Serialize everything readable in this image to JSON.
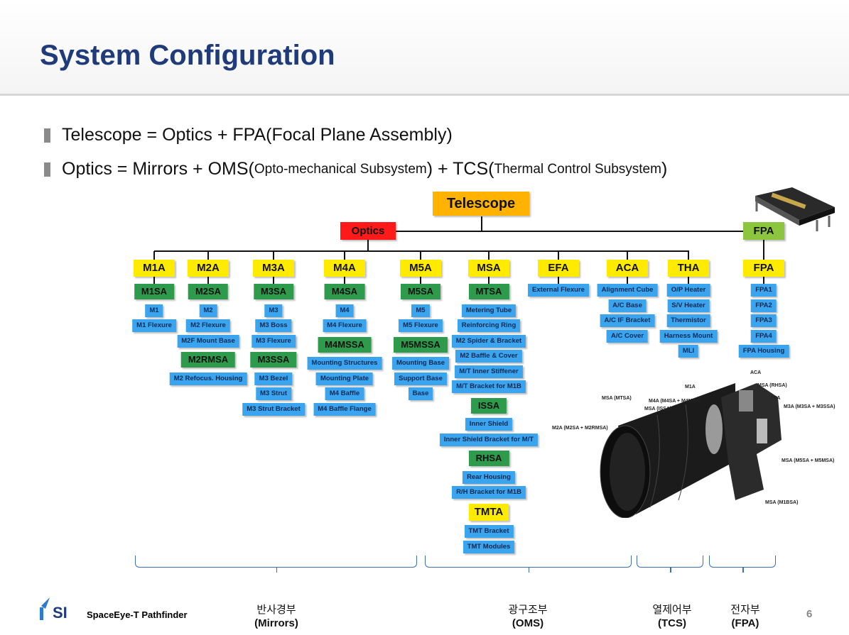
{
  "title": "System Configuration",
  "bullets": [
    {
      "a": "Telescope = Optics + FPA(Focal Plane Assembly)"
    },
    {
      "a": "Optics = Mirrors + OMS(",
      "b": "Opto-mechanical Subsystem",
      "c": ") + TCS(",
      "d": "Thermal Control Subsystem",
      "e": ")"
    }
  ],
  "tree": {
    "root": "Telescope",
    "optics": "Optics",
    "fpa": "FPA",
    "columns": [
      {
        "head": "M1A",
        "items": [
          {
            "t": "g",
            "l": "M1SA"
          },
          {
            "t": "b",
            "l": "M1"
          },
          {
            "t": "b",
            "l": "M1 Flexure"
          }
        ]
      },
      {
        "head": "M2A",
        "items": [
          {
            "t": "g",
            "l": "M2SA"
          },
          {
            "t": "b",
            "l": "M2"
          },
          {
            "t": "b",
            "l": "M2 Flexure"
          },
          {
            "t": "b",
            "l": "M2F Mount Base"
          },
          {
            "t": "g",
            "l": "M2RMSA"
          },
          {
            "t": "b",
            "l": "M2 Refocus. Housing"
          }
        ]
      },
      {
        "head": "M3A",
        "items": [
          {
            "t": "g",
            "l": "M3SA"
          },
          {
            "t": "b",
            "l": "M3"
          },
          {
            "t": "b",
            "l": "M3 Boss"
          },
          {
            "t": "b",
            "l": "M3 Flexure"
          },
          {
            "t": "g",
            "l": "M3SSA"
          },
          {
            "t": "b",
            "l": "M3 Bezel"
          },
          {
            "t": "b",
            "l": "M3 Strut"
          },
          {
            "t": "b",
            "l": "M3 Strut Bracket"
          }
        ]
      },
      {
        "head": "M4A",
        "items": [
          {
            "t": "g",
            "l": "M4SA"
          },
          {
            "t": "b",
            "l": "M4"
          },
          {
            "t": "b",
            "l": "M4 Flexure"
          },
          {
            "t": "g",
            "l": "M4MSSA"
          },
          {
            "t": "b",
            "l": "Mounting Structures"
          },
          {
            "t": "b",
            "l": "Mounting Plate"
          },
          {
            "t": "b",
            "l": "M4 Baffle"
          },
          {
            "t": "b",
            "l": "M4 Baffle Flange"
          }
        ]
      },
      {
        "head": "M5A",
        "items": [
          {
            "t": "g",
            "l": "M5SA"
          },
          {
            "t": "b",
            "l": "M5"
          },
          {
            "t": "b",
            "l": "M5 Flexure"
          },
          {
            "t": "g",
            "l": "M5MSSA"
          },
          {
            "t": "b",
            "l": "Mounting Base"
          },
          {
            "t": "b",
            "l": "Support Base"
          },
          {
            "t": "b",
            "l": "Base"
          }
        ]
      },
      {
        "head": "MSA",
        "items": [
          {
            "t": "g",
            "l": "MTSA"
          },
          {
            "t": "b",
            "l": "Metering Tube"
          },
          {
            "t": "b",
            "l": "Reinforcing Ring"
          },
          {
            "t": "b",
            "l": "M2 Spider & Bracket"
          },
          {
            "t": "b",
            "l": "M2 Baffle & Cover"
          },
          {
            "t": "b",
            "l": "M/T Inner Stiffener"
          },
          {
            "t": "b",
            "l": "M/T Bracket for M1B"
          },
          {
            "t": "g",
            "l": "ISSA"
          },
          {
            "t": "b",
            "l": "Inner Shield"
          },
          {
            "t": "b",
            "l": "Inner Shield Bracket for M/T"
          },
          {
            "t": "g",
            "l": "RHSA"
          },
          {
            "t": "b",
            "l": "Rear Housing"
          },
          {
            "t": "b",
            "l": "R/H Bracket for M1B"
          },
          {
            "t": "y",
            "l": "TMTA"
          },
          {
            "t": "b",
            "l": "TMT Bracket"
          },
          {
            "t": "b",
            "l": "TMT Modules"
          }
        ]
      },
      {
        "head": "EFA",
        "items": [
          {
            "t": "b",
            "l": "External Flexure"
          }
        ]
      },
      {
        "head": "ACA",
        "items": [
          {
            "t": "b",
            "l": "Alignment Cube"
          },
          {
            "t": "b",
            "l": "A/C Base"
          },
          {
            "t": "b",
            "l": "A/C IF Bracket"
          },
          {
            "t": "b",
            "l": "A/C Cover"
          }
        ]
      },
      {
        "head": "THA",
        "items": [
          {
            "t": "b",
            "l": "O/P Heater"
          },
          {
            "t": "b",
            "l": "S/V Heater"
          },
          {
            "t": "b",
            "l": "Thermistor"
          },
          {
            "t": "b",
            "l": "Harness Mount"
          },
          {
            "t": "b",
            "l": "MLI"
          }
        ]
      },
      {
        "head": "FPA",
        "items": [
          {
            "t": "b",
            "l": "FPA1"
          },
          {
            "t": "b",
            "l": "FPA2"
          },
          {
            "t": "b",
            "l": "FPA3"
          },
          {
            "t": "b",
            "l": "FPA4"
          },
          {
            "t": "b",
            "l": "FPA Housing"
          }
        ]
      }
    ]
  },
  "cutaway_labels": [
    "ACA",
    "MSA (RHSA)",
    "M1A",
    "FPA",
    "M3A (M3SA + M3SSA)",
    "MSA (MTSA)",
    "M4A (M4SA + M4MSA)",
    "MSA (ISSA)",
    "M2A (M2SA + M2RMSA)",
    "MSA (M5SA + M5MSA)",
    "MSA (M1BSA)"
  ],
  "groups": [
    {
      "ko": "반사경부",
      "en": "(Mirrors)"
    },
    {
      "ko": "광구조부",
      "en": "(OMS)"
    },
    {
      "ko": "열제어부",
      "en": "(TCS)"
    },
    {
      "ko": "전자부",
      "en": "(FPA)"
    }
  ],
  "footer": {
    "logo": "SI",
    "name": "SpaceEye-T Pathfinder",
    "page": "6"
  },
  "colors": {
    "title": "#1f3b7a",
    "yellow": "#ffeb00",
    "green": "#2e9a4b",
    "blue": "#3aa5ee",
    "optics": "#ff1a1a",
    "telescope": "#ffb300",
    "fpa": "#8cc63f"
  }
}
